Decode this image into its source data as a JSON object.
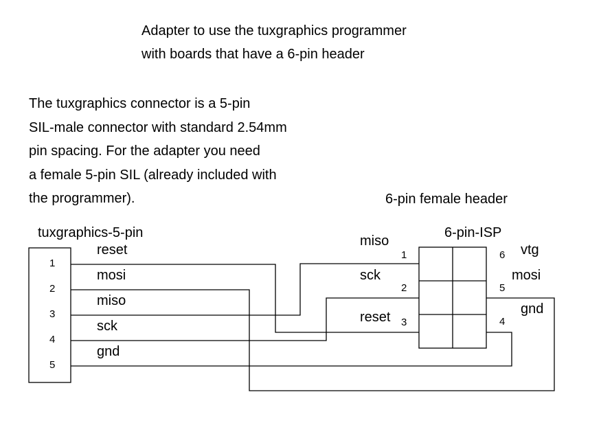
{
  "title": {
    "line1": "Adapter to use the tuxgraphics programmer",
    "line2": "with boards that have a 6-pin header"
  },
  "description": {
    "lines": [
      "The tuxgraphics connector is a 5-pin",
      "SIL-male connector with standard 2.54mm",
      "pin spacing. For the adapter you need",
      "a female 5-pin SIL (already included with",
      "the programmer)."
    ]
  },
  "left_connector": {
    "title": "tuxgraphics-5-pin",
    "pin_numbers": [
      "1",
      "2",
      "3",
      "4",
      "5"
    ],
    "signals": [
      "reset",
      "mosi",
      "miso",
      "sck",
      "gnd"
    ]
  },
  "right_connector": {
    "caption": "6-pin female header",
    "title": "6-pin-ISP",
    "left_labels": [
      "miso",
      "sck",
      "reset"
    ],
    "left_pins": [
      "1",
      "2",
      "3"
    ],
    "right_labels": [
      "vtg",
      "mosi",
      "gnd"
    ],
    "right_pins": [
      "6",
      "5",
      "4"
    ]
  },
  "colors": {
    "line": "#000000",
    "background": "#ffffff"
  }
}
